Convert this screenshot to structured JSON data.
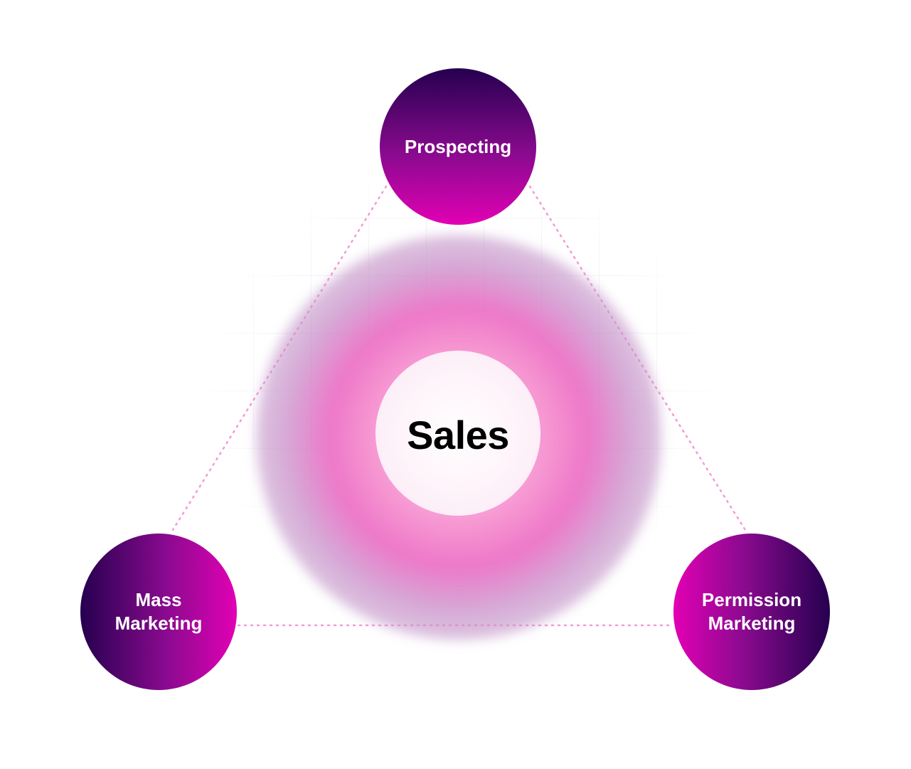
{
  "diagram": {
    "center": {
      "label": "Sales"
    },
    "nodes": {
      "top": {
        "label": "Prospecting"
      },
      "left": {
        "label": "Mass\nMarketing"
      },
      "right": {
        "label": "Permission\nMarketing"
      }
    },
    "colors": {
      "node_dark": "#25004f",
      "node_mid": "#8a0a8f",
      "node_bright": "#e200b4",
      "connector": "#f59ad6",
      "glow": "#eb69c3",
      "center_text": "#000000",
      "node_text": "#ffffff"
    }
  }
}
